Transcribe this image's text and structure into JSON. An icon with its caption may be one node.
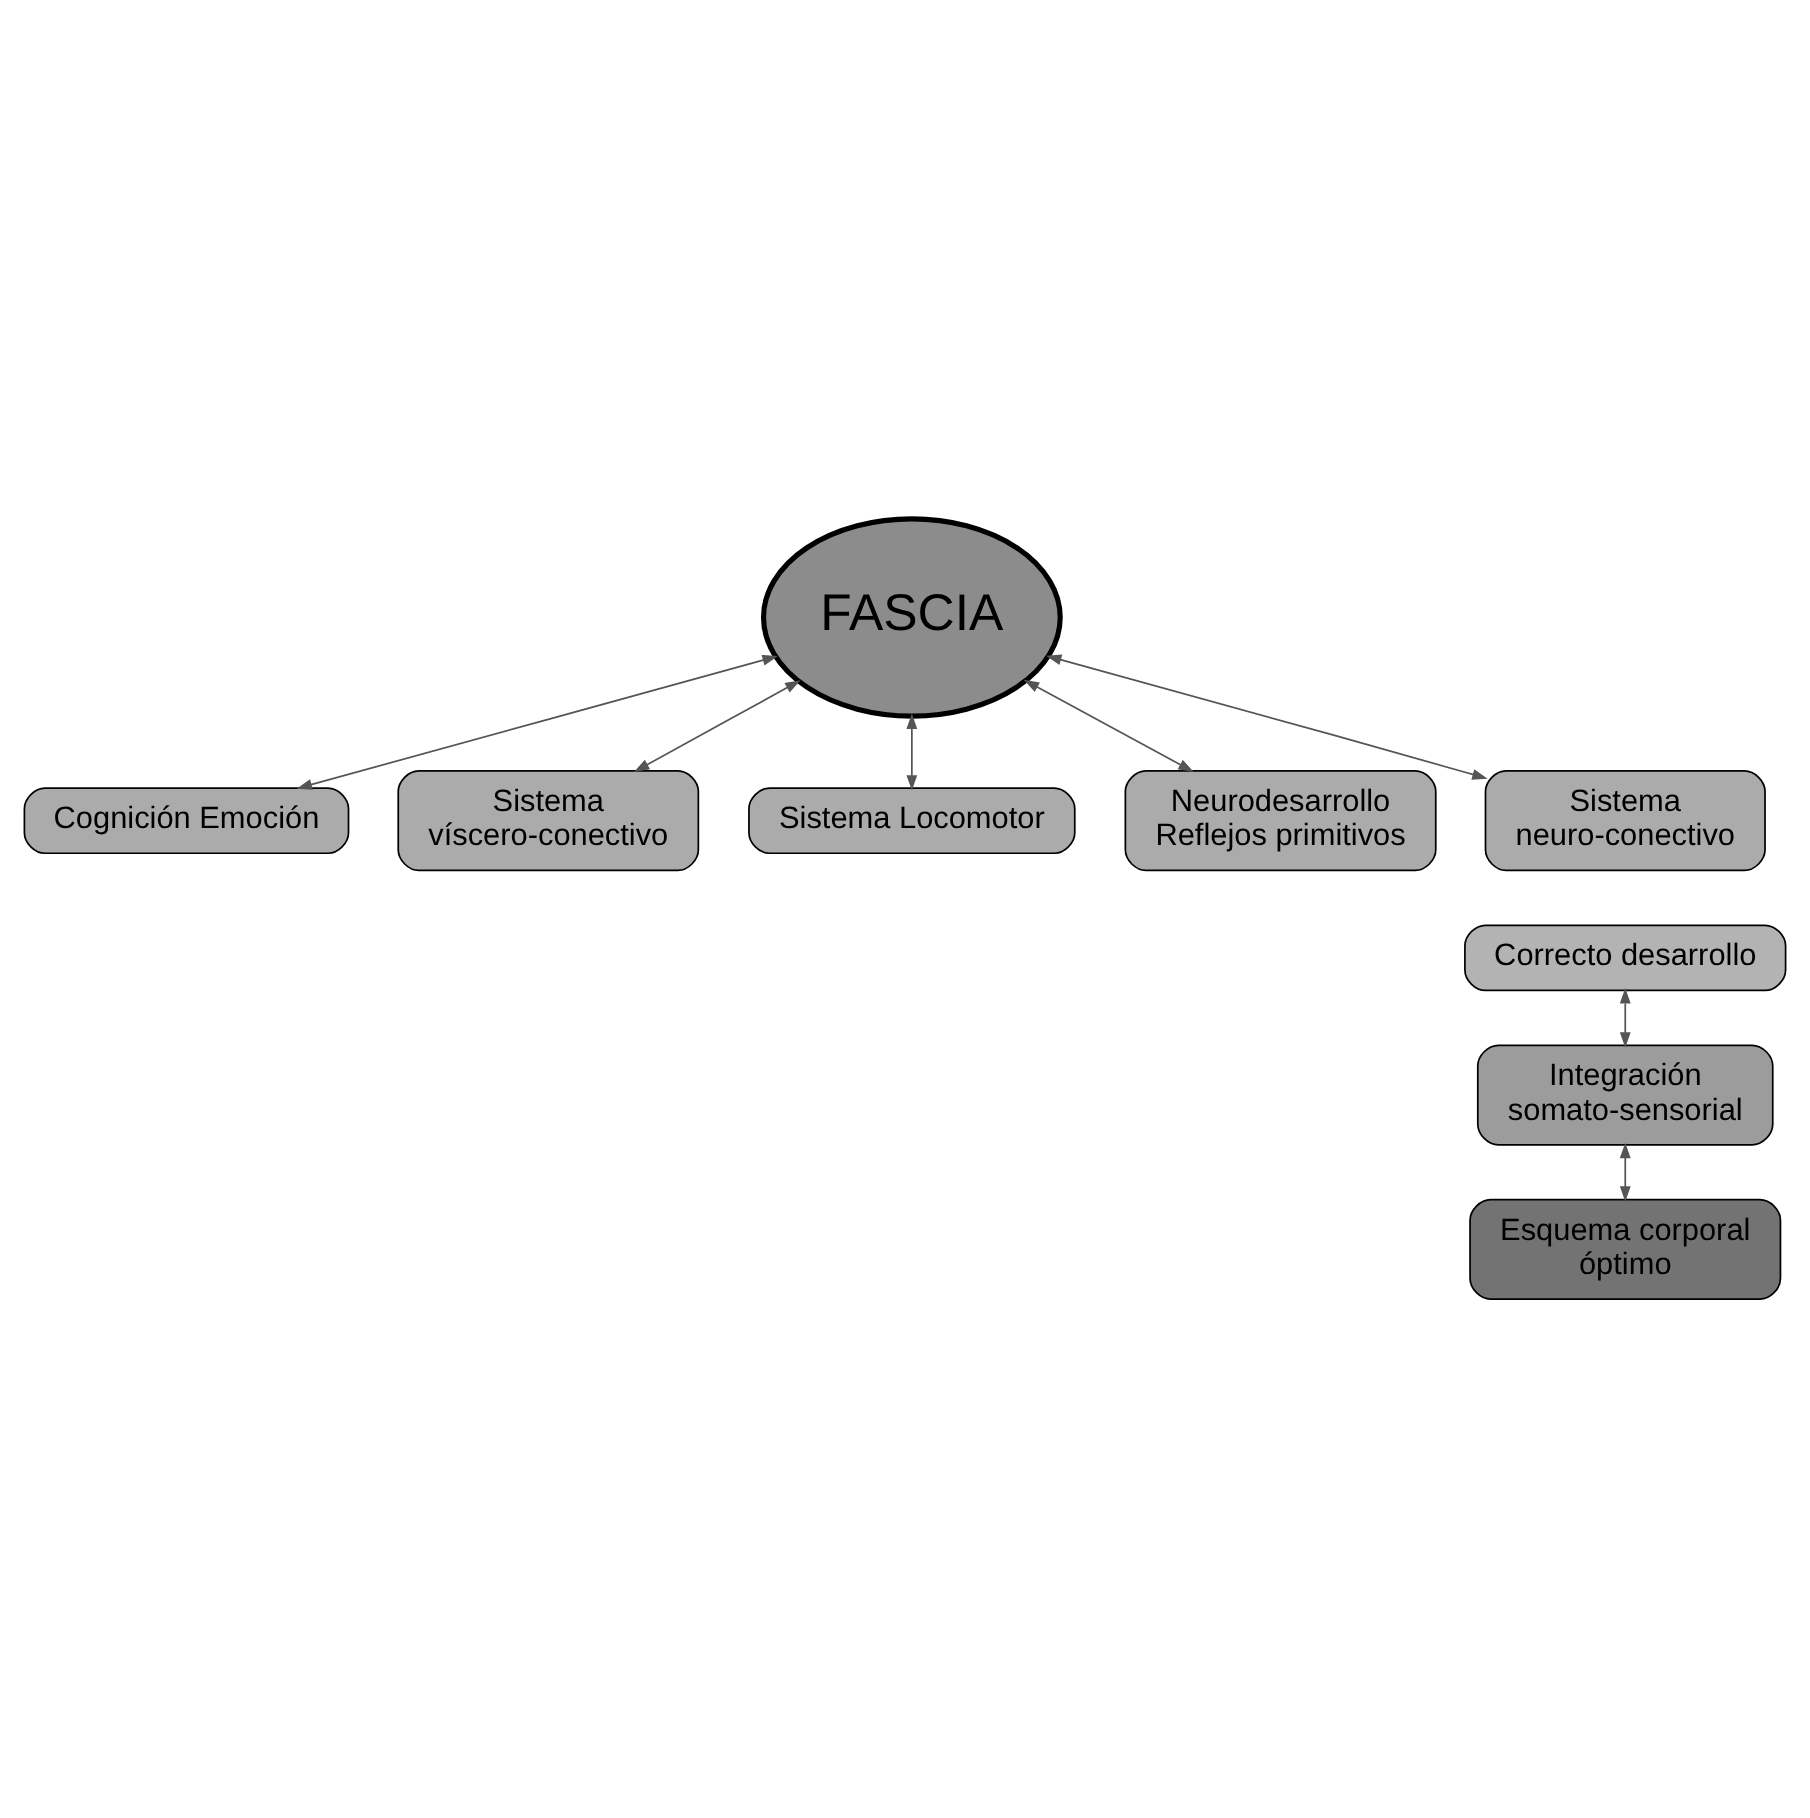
{
  "diagram": {
    "nodes": [
      {
        "text": [
          "FASCIA"
        ]
      },
      {
        "text": [
          "Cognición Emoción"
        ]
      },
      {
        "text": [
          "Sistema víscero-conectivo"
        ]
      },
      {
        "text": [
          "Sistema Locomotor"
        ]
      },
      {
        "text": [
          "Neurodesarrollo Reflejos primitivos"
        ]
      },
      {
        "text": [
          "Sistema neuro-conectivo"
        ]
      },
      {
        "text": [
          "Correcto desarrollo"
        ]
      },
      {
        "text": [
          "Integración somato-sensorial"
        ]
      },
      {
        "text": [
          "Esquema corporal óptimo"
        ]
      }
    ],
    "edges": [
      {
        "from": 0,
        "to": 1,
        "arrow": "both"
      },
      {
        "from": 0,
        "to": 2,
        "arrow": "both"
      },
      {
        "from": 0,
        "to": 3,
        "arrow": "both"
      },
      {
        "from": 0,
        "to": 4,
        "arrow": "both"
      },
      {
        "from": 0,
        "to": 5,
        "arrow": "both"
      },
      {
        "from": 6,
        "to": 7,
        "arrow": "both"
      },
      {
        "from": 7,
        "to": 8,
        "arrow": "both"
      }
    ]
  }
}
